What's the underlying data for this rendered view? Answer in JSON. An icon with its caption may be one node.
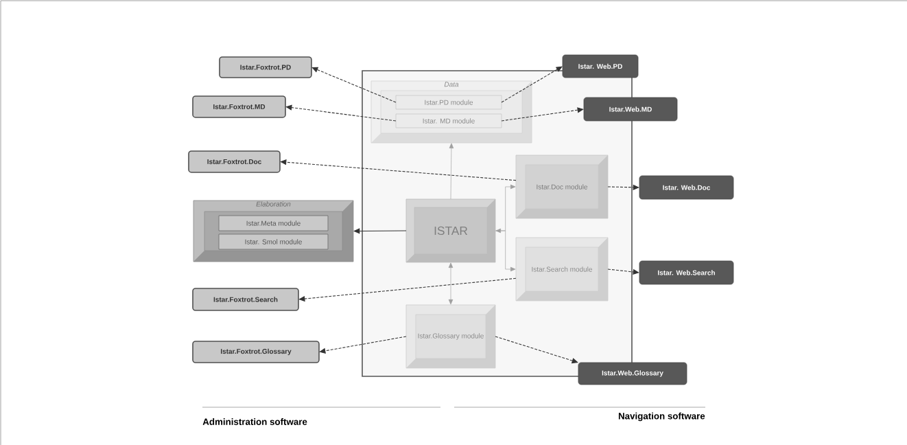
{
  "diagram": {
    "nodes": [
      {
        "text": [],
        "shape": "box"
      },
      {
        "text": [
          "Data"
        ],
        "in": 0
      },
      {
        "text": [
          "Istar.PD module"
        ],
        "in": 1
      },
      {
        "text": [
          "Istar. MD module"
        ],
        "in": 1
      },
      {
        "text": [
          "Istar.Doc module"
        ],
        "in": 0
      },
      {
        "text": [
          "ISTAR"
        ],
        "in": 0
      },
      {
        "text": [
          "Istar.Search module"
        ],
        "in": 0
      },
      {
        "text": [
          "Istar.Glossary module"
        ],
        "in": 0
      },
      {
        "text": [
          "Elaboration"
        ]
      },
      {
        "text": [
          "Istar.Meta module"
        ],
        "in": 8
      },
      {
        "text": [
          "Istar. Smol module"
        ],
        "in": 8
      },
      {
        "text": [
          "Istar.Foxtrot.PD"
        ]
      },
      {
        "text": [
          "Istar.Foxtrot.MD"
        ]
      },
      {
        "text": [
          "Istar.Foxtrot.Doc"
        ]
      },
      {
        "text": [
          "Istar.Foxtrot.Search"
        ]
      },
      {
        "text": [
          "Istar.Foxtrot.Glossary"
        ]
      },
      {
        "text": [
          "Istar. Web.PD"
        ]
      },
      {
        "text": [
          "Istar.Web.MD"
        ]
      },
      {
        "text": [
          "Istar. Web.Doc"
        ]
      },
      {
        "text": [
          "Istar. Web.Search"
        ]
      },
      {
        "text": [
          "Istar.Web.Glossary"
        ]
      }
    ],
    "edges": [
      {
        "from": 2,
        "to": 11,
        "arrow": "to",
        "style": "dashed"
      },
      {
        "from": 3,
        "to": 12,
        "arrow": "to",
        "style": "dashed"
      },
      {
        "from": 4,
        "to": 13,
        "arrow": "to",
        "style": "dashed"
      },
      {
        "from": 6,
        "to": 14,
        "arrow": "to",
        "style": "dashed"
      },
      {
        "from": 7,
        "to": 15,
        "arrow": "to",
        "style": "dashed"
      },
      {
        "from": 2,
        "to": 16,
        "arrow": "to",
        "style": "dashed"
      },
      {
        "from": 3,
        "to": 17,
        "arrow": "to",
        "style": "dashed"
      },
      {
        "from": 4,
        "to": 18,
        "arrow": "to",
        "style": "dashed"
      },
      {
        "from": 6,
        "to": 19,
        "arrow": "to",
        "style": "dashed"
      },
      {
        "from": 7,
        "to": 20,
        "arrow": "to",
        "style": "dashed"
      },
      {
        "from": 5,
        "to": 1,
        "arrow": "to",
        "color": "#a0a0a0"
      },
      {
        "from": 5,
        "to": 8,
        "arrow": "to"
      },
      {
        "from": 5,
        "to": 4,
        "arrow": "both",
        "color": "#a0a0a0"
      },
      {
        "from": 5,
        "to": 6,
        "arrow": "to",
        "color": "#a0a0a0"
      },
      {
        "from": 5,
        "to": 7,
        "arrow": "both",
        "color": "#a0a0a0"
      }
    ],
    "labels": [
      "Administration software",
      "Navigation software"
    ]
  }
}
